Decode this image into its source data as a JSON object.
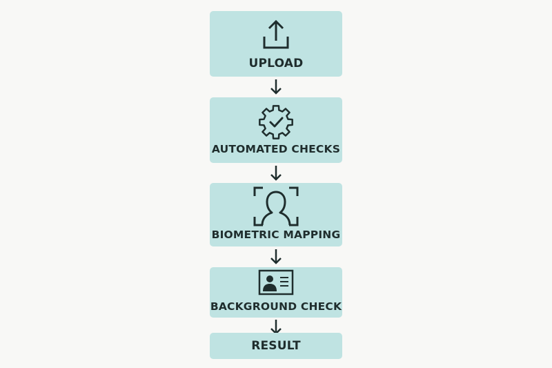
{
  "steps": [
    {
      "label": "UPLOAD",
      "icon": "upload-icon"
    },
    {
      "label": "AUTOMATED CHECKS",
      "icon": "gear-check-icon"
    },
    {
      "label": "BIOMETRIC MAPPING",
      "icon": "face-scan-icon"
    },
    {
      "label": "BACKGROUND CHECK",
      "icon": "id-card-icon"
    },
    {
      "label": "RESULT"
    }
  ],
  "colors": {
    "box": "#bfe3e2",
    "stroke": "#1f2d2d",
    "background": "#f8f8f6"
  }
}
